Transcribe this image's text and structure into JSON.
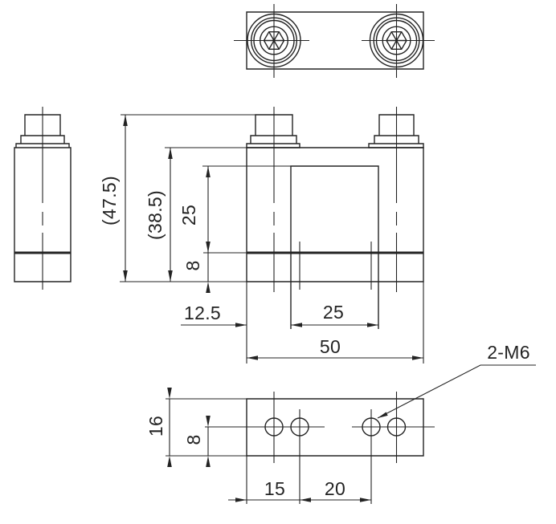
{
  "colors": {
    "background": "#ffffff",
    "ink": "#232323"
  },
  "labels": {
    "front": {
      "overall_height": "(47.5)",
      "body_height": "(38.5)",
      "slot_height": "25",
      "base_height": "8",
      "slot_offset": "12.5",
      "slot_width": "25",
      "overall_width": "50"
    },
    "bottom": {
      "depth": "16",
      "hole_row_offset": "8",
      "hole_pitch_left": "15",
      "hole_pitch_center": "20"
    },
    "callout": {
      "thread": "2-M6"
    }
  }
}
